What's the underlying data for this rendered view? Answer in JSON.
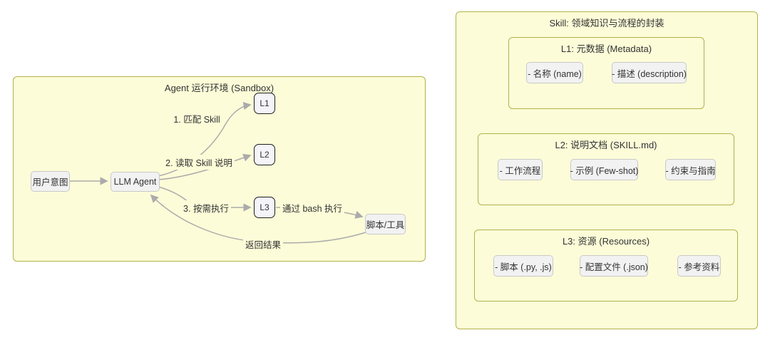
{
  "palette": {
    "cluster_fill": "#fcfcd8",
    "cluster_border": "#b2b24a",
    "node_fill": "#f2f2f2",
    "node_border": "#c9c9c9",
    "level_node_fill": "#f4f4f9",
    "level_node_border": "#1f1f1f",
    "edge_color": "#ababab",
    "text_color": "#333333"
  },
  "left": {
    "title": "Agent 运行环境 (Sandbox)",
    "nodes": {
      "user_intent": "用户意图",
      "llm_agent": "LLM Agent",
      "l1": "L1",
      "l2": "L2",
      "l3": "L3",
      "tool": "脚本/工具"
    },
    "edge_labels": {
      "match": "1. 匹配 Skill",
      "read": "2. 读取 Skill 说明",
      "exec": "3. 按需执行",
      "bash": "通过 bash 执行",
      "ret": "返回结果"
    }
  },
  "right": {
    "title": "Skill: 领域知识与流程的封装",
    "groups": [
      {
        "title": "L1: 元数据 (Metadata)",
        "items": [
          "- 名称 (name)",
          "- 描述 (description)"
        ]
      },
      {
        "title": "L2: 说明文档 (SKILL.md)",
        "items": [
          "- 工作流程",
          "- 示例 (Few-shot)",
          "- 约束与指南"
        ]
      },
      {
        "title": "L3: 资源 (Resources)",
        "items": [
          "- 脚本 (.py, .js)",
          "- 配置文件 (.json)",
          "- 参考资料"
        ]
      }
    ]
  }
}
